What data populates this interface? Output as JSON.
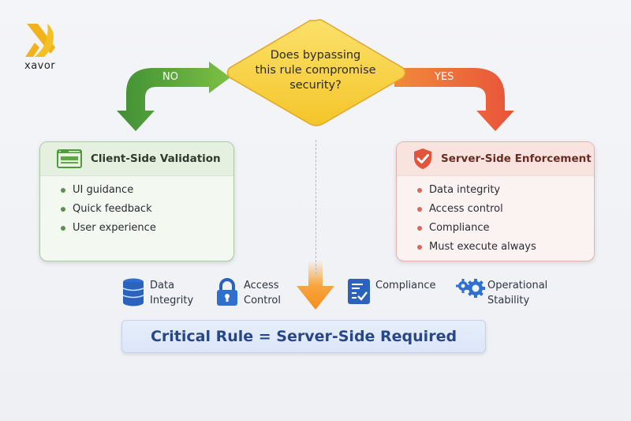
{
  "brand": {
    "name": "xavor",
    "color": "#f2b21b"
  },
  "decision": {
    "question_lines": [
      "Does bypassing",
      "this rule compromise",
      "security?"
    ],
    "color": "#f8d335"
  },
  "branches": {
    "no": {
      "label": "NO",
      "color": "#5aa63d"
    },
    "yes": {
      "label": "YES",
      "color": "#ea5a3a"
    }
  },
  "client_card": {
    "icon": "browser-window-icon",
    "title": "Client-Side Validation",
    "items": [
      "UI guidance",
      "Quick feedback",
      "User experience"
    ]
  },
  "server_card": {
    "icon": "shield-check-icon",
    "title": "Server-Side Enforcement",
    "items": [
      "Data integrity",
      "Access control",
      "Compliance",
      "Must execute always"
    ]
  },
  "features": [
    {
      "icon": "database-icon",
      "lines": [
        "Data",
        "Integrity"
      ]
    },
    {
      "icon": "lock-icon",
      "lines": [
        "Access",
        "Control"
      ]
    },
    {
      "icon": "checklist-icon",
      "lines": [
        "Compliance"
      ]
    },
    {
      "icon": "gears-icon",
      "lines": [
        "Operational",
        "Stability"
      ]
    }
  ],
  "conclusion": {
    "text": "Critical Rule = Server-Side Required"
  }
}
